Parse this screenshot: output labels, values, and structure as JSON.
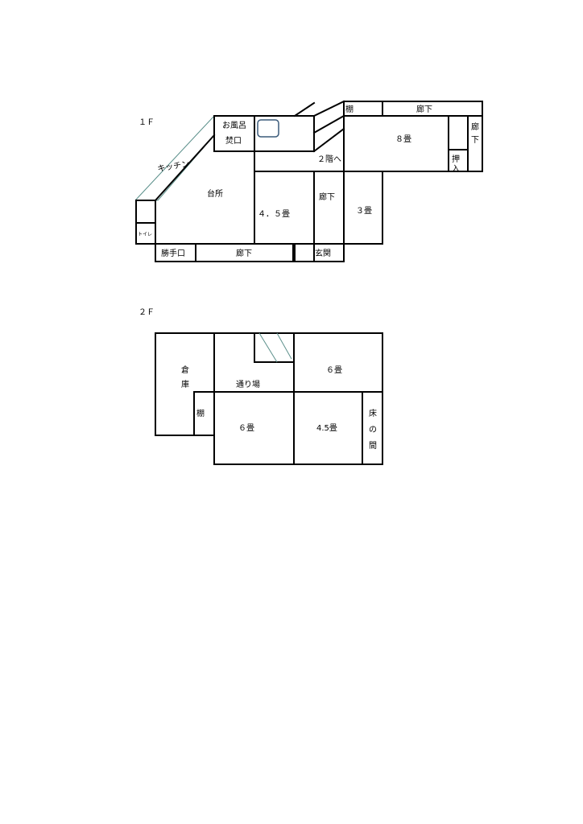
{
  "floor1": {
    "heading": "１Ｆ",
    "rooms": {
      "bath": "お風呂",
      "boiler": "焚口",
      "kitchen": "キッチン",
      "daidokoro": "台所",
      "toilet": "トイレ",
      "room45": "４．５畳",
      "hall_mid": "廊下",
      "room3": "３畳",
      "room8": "８畳",
      "shelf": "棚",
      "hall_top": "廊下",
      "hall_side_1": "廊",
      "hall_side_2": "下",
      "oshiire_1": "押",
      "oshiire_2": "入",
      "stairs": "２階へ",
      "back_door": "勝手口",
      "hall_bottom": "廊下",
      "entrance": "玄関"
    }
  },
  "floor2": {
    "heading": "２Ｆ",
    "rooms": {
      "storage_1": "倉",
      "storage_2": "庫",
      "passage": "通り場",
      "room6_top": "６畳",
      "shelf": "棚",
      "room6_bottom": "６畳",
      "room45": "4.5畳",
      "toko_1": "床",
      "toko_2": "の",
      "toko_3": "間"
    }
  }
}
